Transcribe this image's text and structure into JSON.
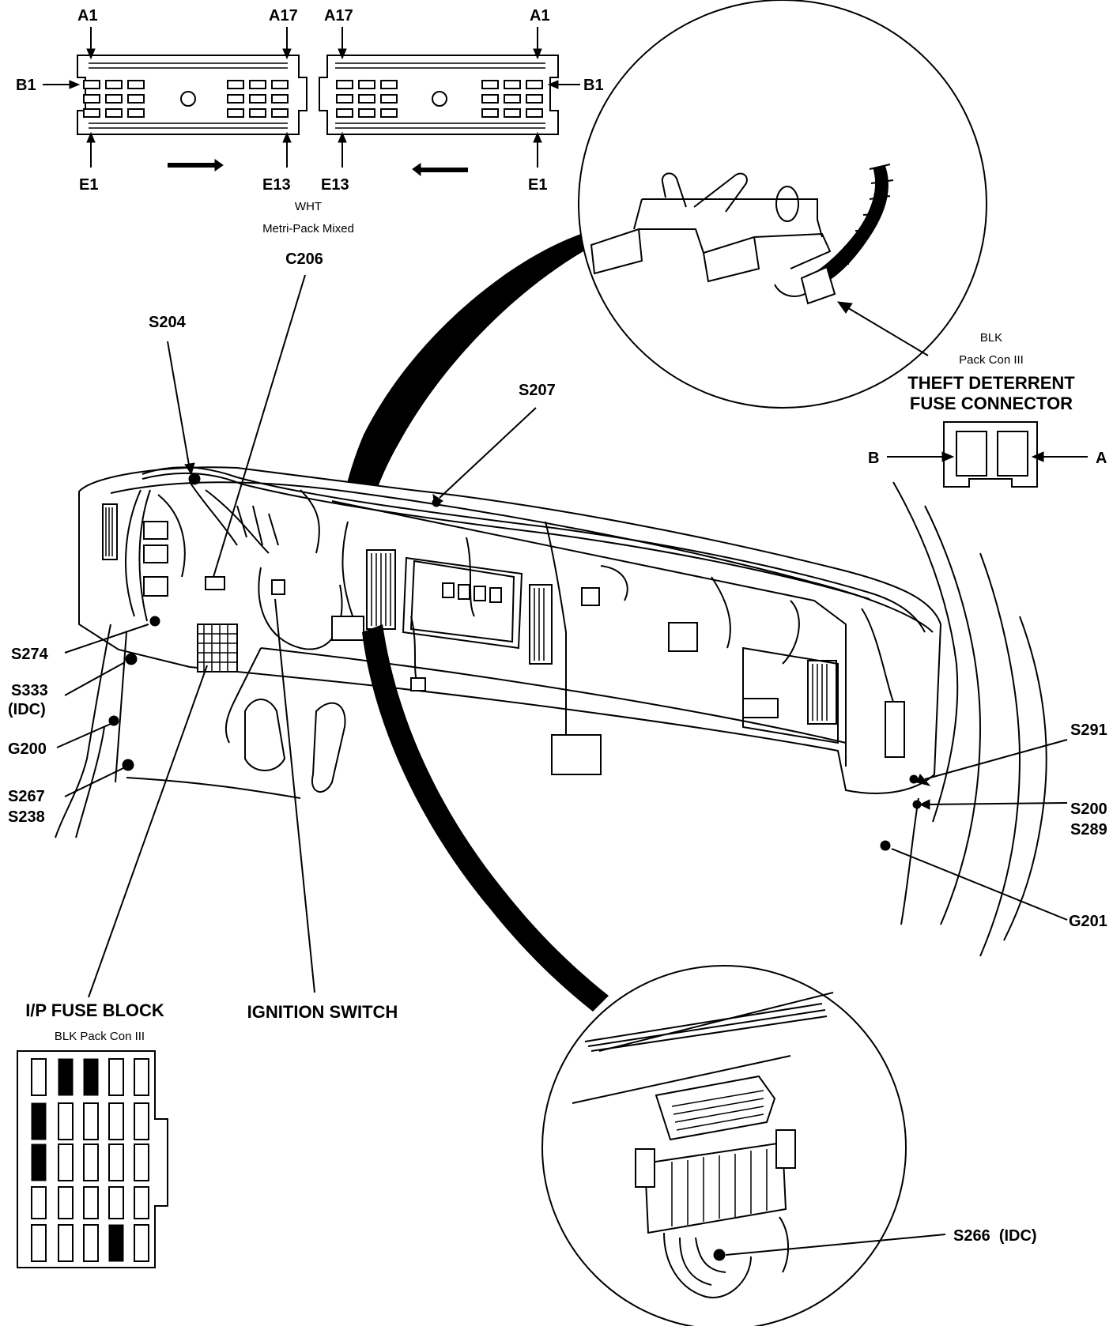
{
  "connector_c206": {
    "left": {
      "top_left": "A1",
      "top_right": "A17",
      "side": "B1",
      "bottom_left": "E1",
      "bottom_right": "E13"
    },
    "right": {
      "top_left": "A17",
      "top_right": "A1",
      "side": "B1",
      "bottom_left": "E13",
      "bottom_right": "E1"
    },
    "color": "WHT",
    "type": "Metri-Pack Mixed",
    "id": "C206"
  },
  "theft_connector": {
    "color": "BLK",
    "type": "Pack Con III",
    "title_line1": "THEFT DETERRENT",
    "title_line2": "FUSE CONNECTOR",
    "pin_b": "B",
    "pin_a": "A"
  },
  "splices": {
    "s204": "S204",
    "s207": "S207",
    "s274": "S274",
    "s333": "S333",
    "s333_sub": "(IDC)",
    "g200": "G200",
    "s267": "S267",
    "s238": "S238",
    "s291": "S291",
    "s200": "S200",
    "s289": "S289",
    "g201": "G201",
    "s266": "S266  (IDC)"
  },
  "ip_fuse_block": {
    "title": "I/P FUSE BLOCK",
    "subtitle": "BLK Pack Con III"
  },
  "ignition_switch": "IGNITION SWITCH"
}
